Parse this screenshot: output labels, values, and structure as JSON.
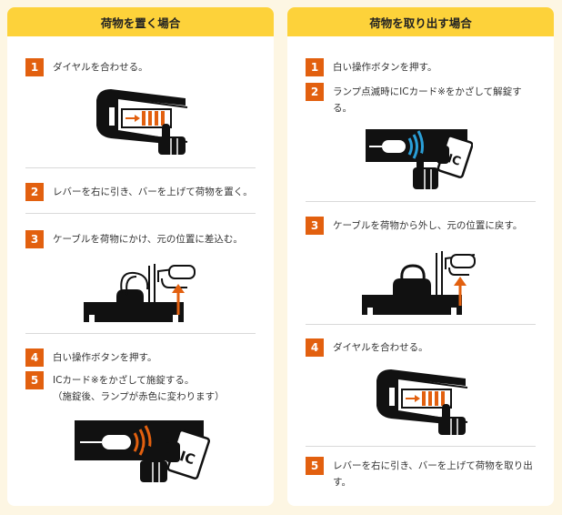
{
  "left": {
    "title": "荷物を置く場合",
    "steps": [
      {
        "num": "1",
        "text": "ダイヤルを合わせる。"
      },
      {
        "num": "2",
        "text": "レバーを右に引き、バーを上げて荷物を置く。"
      },
      {
        "num": "3",
        "text": "ケーブルを荷物にかけ、元の位置に差込む。"
      },
      {
        "num": "4",
        "text": "白い操作ボタンを押す。"
      },
      {
        "num": "5",
        "text": "ICカード※をかざして施錠する。\n（施錠後、ランプが赤色に変わります）"
      }
    ]
  },
  "right": {
    "title": "荷物を取り出す場合",
    "steps": [
      {
        "num": "1",
        "text": "白い操作ボタンを押す。"
      },
      {
        "num": "2",
        "text": "ランプ点滅時にICカード※をかざして解錠する。"
      },
      {
        "num": "3",
        "text": "ケーブルを荷物から外し、元の位置に戻す。"
      },
      {
        "num": "4",
        "text": "ダイヤルを合わせる。"
      },
      {
        "num": "5",
        "text": "レバーを右に引き、バーを上げて荷物を取り出す。"
      }
    ]
  },
  "card_label": "IC",
  "colors": {
    "header": "#fdd23a",
    "badge": "#e2600f",
    "panel": "#ffffff",
    "background": "#fdf6e3",
    "accent_blue": "#2a9fd8"
  }
}
